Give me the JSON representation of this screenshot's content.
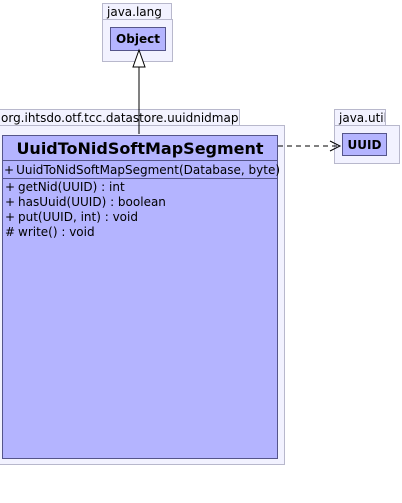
{
  "packages": {
    "java_lang": {
      "label": "java.lang",
      "class_name": "Object"
    },
    "uuidnidmap": {
      "label": "org.ihtsdo.otf.tcc.datastore.uuidnidmap"
    },
    "java_util": {
      "label": "java.util",
      "class_name": "UUID"
    }
  },
  "main_class": {
    "name": "UuidToNidSoftMapSegment",
    "constructors": [
      {
        "visibility": "+",
        "signature": "UuidToNidSoftMapSegment(Database, byte)"
      }
    ],
    "methods": [
      {
        "visibility": "+",
        "signature": "getNid(UUID) : int"
      },
      {
        "visibility": "+",
        "signature": "hasUuid(UUID) : boolean"
      },
      {
        "visibility": "+",
        "signature": "put(UUID, int) : void"
      },
      {
        "visibility": "#",
        "signature": " write() : void"
      }
    ]
  },
  "colors": {
    "class_fill": "#b4b4ff",
    "package_fill": "#f2f2ff",
    "package_border": "#b8b8cc",
    "class_border": "#55558a"
  }
}
